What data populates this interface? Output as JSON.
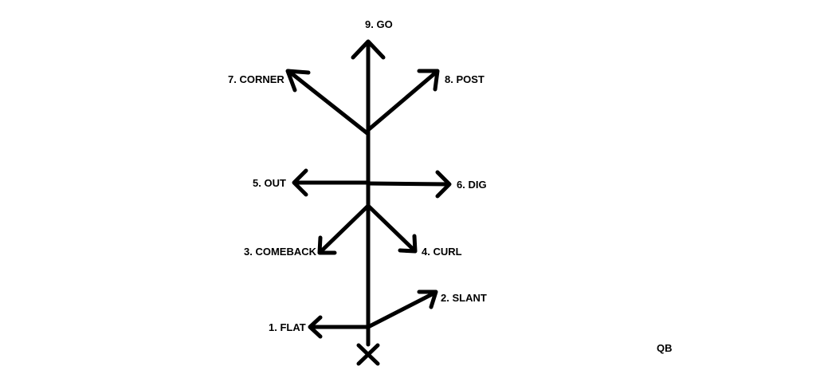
{
  "routes": {
    "go": "9. GO",
    "corner": "7. CORNER",
    "post": "8. POST",
    "out": "5. OUT",
    "dig": "6. DIG",
    "comeback": "3. COMEBACK",
    "curl": "4. CURL",
    "slant": "2. SLANT",
    "flat": "1. FLAT"
  },
  "qb_label": "QB",
  "colors": {
    "ink": "#000000",
    "background": "#ffffff"
  }
}
